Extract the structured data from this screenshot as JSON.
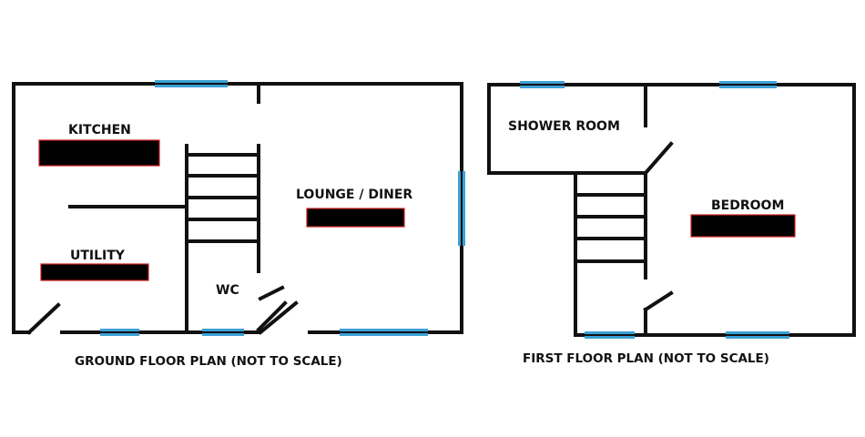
{
  "ground_floor": {
    "caption": "GROUND FLOOR PLAN (NOT TO SCALE)",
    "rooms": {
      "kitchen": "KITCHEN",
      "utility": "UTILITY",
      "wc": "WC",
      "lounge": "LOUNGE / DINER"
    }
  },
  "first_floor": {
    "caption": "FIRST FLOOR PLAN (NOT TO SCALE)",
    "rooms": {
      "shower": "SHOWER ROOM",
      "bedroom": "BEDROOM"
    }
  },
  "colors": {
    "wall": "#111111",
    "window": "#3aa0d6",
    "redacted_bar": "#000000",
    "redacted_border": "#cc1f1f"
  }
}
